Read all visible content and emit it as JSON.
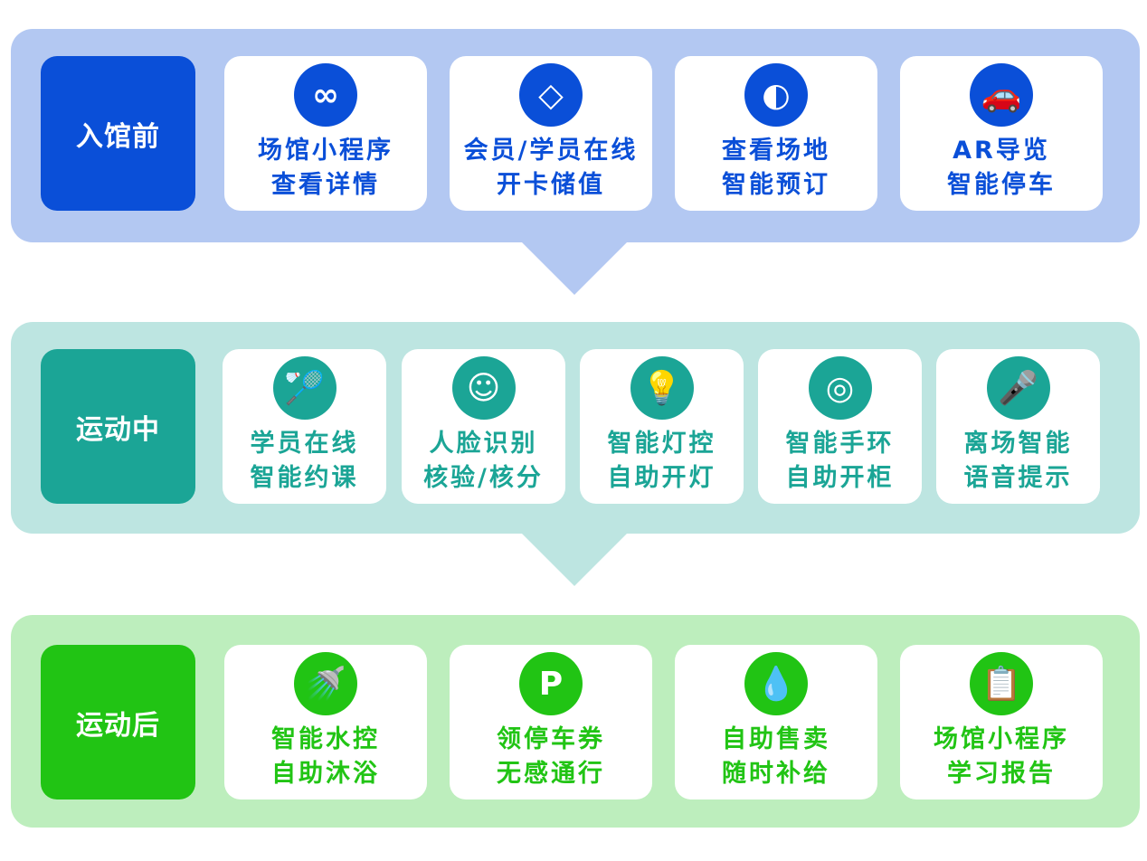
{
  "colors": {
    "blue": "#0a4fd8",
    "blue_bg": "#b3c8f2",
    "teal": "#1ba596",
    "teal_bg": "#bde5e1",
    "green": "#21c414",
    "green_bg": "#bdeebd"
  },
  "stages": [
    {
      "label": "入馆前",
      "color": "#0a4fd8",
      "bg": "#b3c8f2",
      "items": [
        {
          "icon": "mini-program-icon",
          "glyph": "∞",
          "lines": [
            "场馆小程序",
            "查看详情"
          ]
        },
        {
          "icon": "diamond-icon",
          "glyph": "◇",
          "lines": [
            "会员/学员在线",
            "开卡储值"
          ]
        },
        {
          "icon": "tennis-ball-icon",
          "glyph": "◐",
          "lines": [
            "查看场地",
            "智能预订"
          ]
        },
        {
          "icon": "car-icon",
          "glyph": "🚗",
          "lines": [
            "AR导览",
            "智能停车"
          ]
        }
      ]
    },
    {
      "label": "运动中",
      "color": "#1ba596",
      "bg": "#bde5e1",
      "items": [
        {
          "icon": "tennis-player-icon",
          "glyph": "🏸",
          "lines": [
            "学员在线",
            "智能约课"
          ]
        },
        {
          "icon": "smiley-face-icon",
          "glyph": "☺",
          "lines": [
            "人脸识别",
            "核验/核分"
          ]
        },
        {
          "icon": "light-bulb-icon",
          "glyph": "💡",
          "lines": [
            "智能灯控",
            "自助开灯"
          ]
        },
        {
          "icon": "wristband-icon",
          "glyph": "◎",
          "lines": [
            "智能手环",
            "自助开柜"
          ]
        },
        {
          "icon": "microphone-icon",
          "glyph": "🎤",
          "lines": [
            "离场智能",
            "语音提示"
          ]
        }
      ]
    },
    {
      "label": "运动后",
      "color": "#21c414",
      "bg": "#bdeebd",
      "items": [
        {
          "icon": "shower-icon",
          "glyph": "🚿",
          "lines": [
            "智能水控",
            "自助沐浴"
          ]
        },
        {
          "icon": "parking-icon",
          "glyph": "P",
          "lines": [
            "领停车券",
            "无感通行"
          ]
        },
        {
          "icon": "water-drops-icon",
          "glyph": "💧",
          "lines": [
            "自助售卖",
            "随时补给"
          ]
        },
        {
          "icon": "clipboard-report-icon",
          "glyph": "📋",
          "lines": [
            "场馆小程序",
            "学习报告"
          ]
        }
      ]
    }
  ]
}
